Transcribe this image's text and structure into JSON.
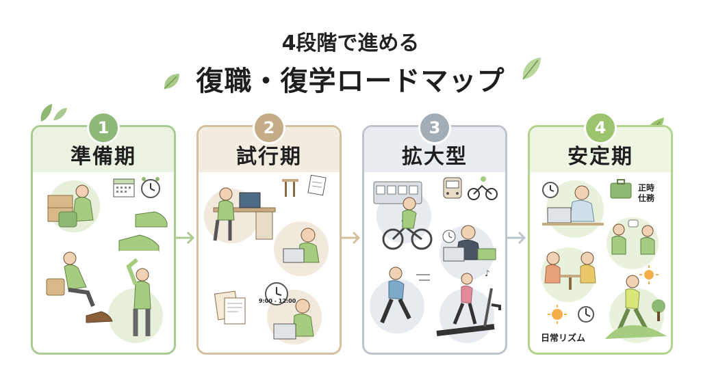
{
  "title": {
    "line1": "4段階で進める",
    "line2": "復職・復学ロードマップ"
  },
  "steps": [
    {
      "number": "1",
      "name": "準備期",
      "color": "#8db878",
      "head_bg": "#eaf2e1",
      "border": "#a9cb92"
    },
    {
      "number": "2",
      "name": "試行期",
      "color": "#c4ad86",
      "head_bg": "#f3ece0",
      "border": "#d4c09e"
    },
    {
      "number": "3",
      "name": "拡大型",
      "color": "#a3adb6",
      "head_bg": "#e9edf1",
      "border": "#bcc5cd"
    },
    {
      "number": "4",
      "name": "安定期",
      "color": "#9cc46f",
      "head_bg": "#eef5e2",
      "border": "#b3d38c"
    }
  ],
  "labels": {
    "schedule": "9:00 - 12:00",
    "fixed_time_line1": "正時",
    "fixed_time_line2": "仕務",
    "daily_rhythm": "日常リズム"
  }
}
